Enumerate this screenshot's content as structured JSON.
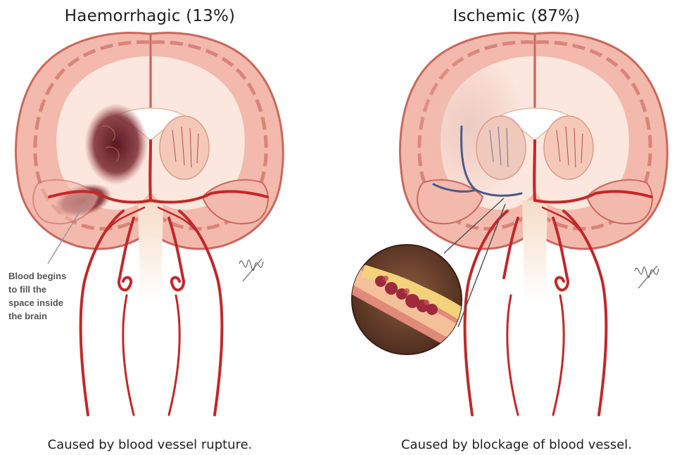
{
  "panels": [
    {
      "title": "Haemorrhagic (13%)",
      "caption": "Caused by blood vessel rupture.",
      "annotation_lines": [
        "Blood begins",
        "to fill the",
        "space inside",
        "the brain"
      ]
    },
    {
      "title": "Ischemic (87%)",
      "caption": "Caused by blockage of blood vessel."
    }
  ],
  "colors": {
    "brain_fill": "#f3b9ac",
    "brain_outline": "#c9685e",
    "white_matter": "#fbe7dd",
    "artery": "#c0282a",
    "bleed": "#6b1f26",
    "blocked_vein": "#4b5a8a",
    "clot": "#9e2a3c",
    "plaque": "#f2d27a"
  },
  "icons": {
    "signature": "artist-signature-icon",
    "magnifier": "vessel-closeup-icon"
  }
}
